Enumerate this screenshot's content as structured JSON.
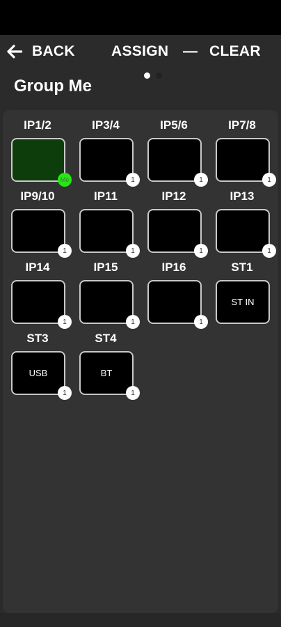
{
  "toolbar": {
    "back_label": "BACK",
    "assign_label": "ASSIGN",
    "separator": "—",
    "clear_label": "CLEAR"
  },
  "pager": {
    "pages": 2,
    "active": 1
  },
  "group": {
    "title": "Group Me"
  },
  "channels": [
    {
      "label": "IP1/2",
      "text": "",
      "badge": "Me",
      "selected": true
    },
    {
      "label": "IP3/4",
      "text": "",
      "badge": "1"
    },
    {
      "label": "IP5/6",
      "text": "",
      "badge": "1"
    },
    {
      "label": "IP7/8",
      "text": "",
      "badge": "1"
    },
    {
      "label": "IP9/10",
      "text": "",
      "badge": "1"
    },
    {
      "label": "IP11",
      "text": "",
      "badge": "1"
    },
    {
      "label": "IP12",
      "text": "",
      "badge": "1"
    },
    {
      "label": "IP13",
      "text": "",
      "badge": "1"
    },
    {
      "label": "IP14",
      "text": "",
      "badge": "1"
    },
    {
      "label": "IP15",
      "text": "",
      "badge": "1"
    },
    {
      "label": "IP16",
      "text": "",
      "badge": "1"
    },
    {
      "label": "ST1",
      "text": "ST IN",
      "badge": ""
    },
    {
      "label": "ST3",
      "text": "USB",
      "badge": "1"
    },
    {
      "label": "ST4",
      "text": "BT",
      "badge": "1"
    }
  ],
  "colors": {
    "selected_tile": "#0c3d0a",
    "selected_badge": "#28e516",
    "tile_border": "#c9c9c9",
    "panel": "#333333"
  }
}
